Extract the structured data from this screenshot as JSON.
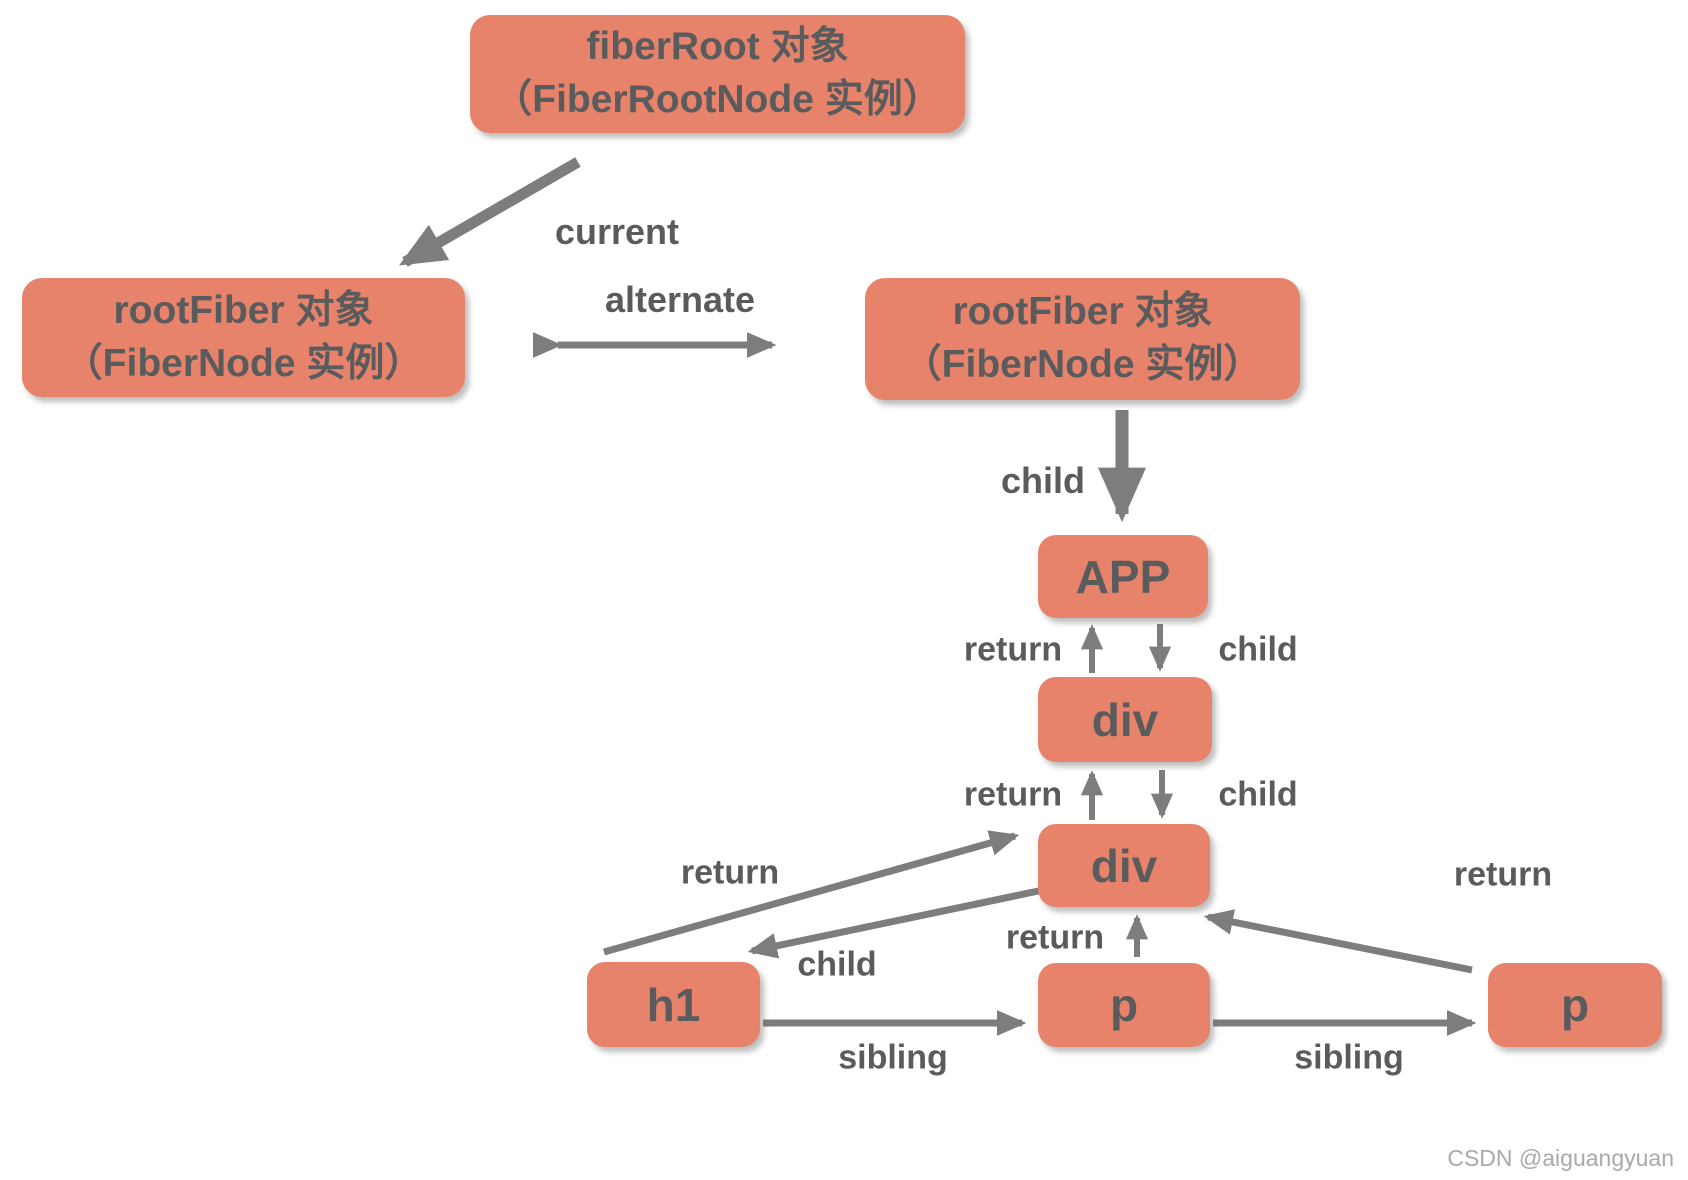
{
  "nodes": {
    "fiber_root": {
      "line1": "fiberRoot 对象",
      "line2": "（FiberRootNode 实例）"
    },
    "root_fiber_left": {
      "line1": "rootFiber 对象",
      "line2": "（FiberNode 实例）"
    },
    "root_fiber_right": {
      "line1": "rootFiber 对象",
      "line2": "（FiberNode 实例）"
    },
    "app": {
      "label": "APP"
    },
    "div1": {
      "label": "div"
    },
    "div2": {
      "label": "div"
    },
    "h1": {
      "label": "h1"
    },
    "p1": {
      "label": "p"
    },
    "p2": {
      "label": "p"
    }
  },
  "edge_labels": {
    "current": "current",
    "alternate": "alternate",
    "child_root": "child",
    "return_app": "return",
    "child_app": "child",
    "return_div1": "return",
    "child_div1": "child",
    "return_h1_long": "return",
    "child_to_h1": "child",
    "return_p1": "return",
    "return_p2": "return",
    "sibling_left": "sibling",
    "sibling_right": "sibling"
  },
  "watermark": "CSDN @aiguangyuan",
  "colors": {
    "node_fill": "#E8836B",
    "node_text": "#5A5B5D",
    "arrow": "#7D7D7D",
    "edge_label_text": "#5B5B5B",
    "watermark_text": "#A6A9AD",
    "background": "#FFFFFF"
  }
}
